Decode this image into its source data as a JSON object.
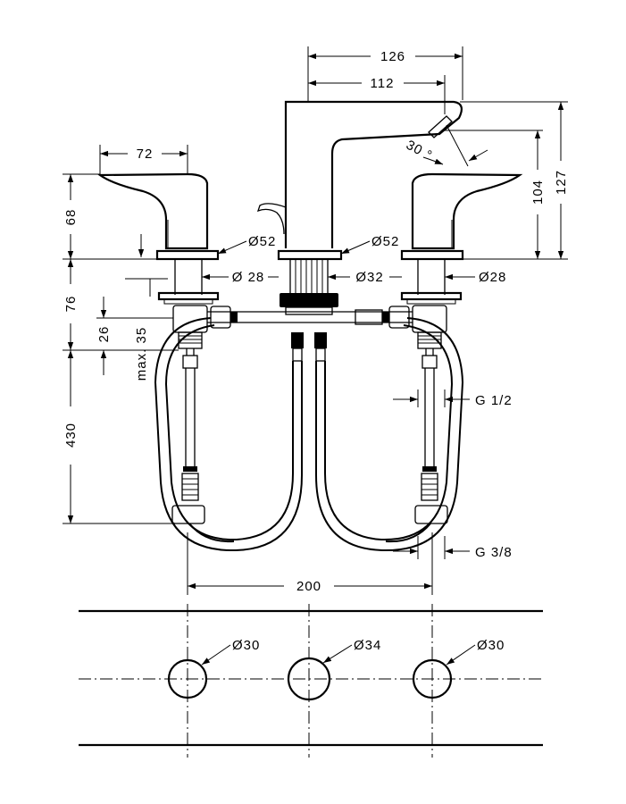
{
  "dims": {
    "d126": "126",
    "d112": "112",
    "d72": "72",
    "d30deg": "30 °",
    "d104": "104",
    "d127": "127",
    "d68": "68",
    "d76": "76",
    "d26": "26",
    "dmax35": "max. 35",
    "d430": "430",
    "d52_left": "Ø52",
    "d52_right": "Ø52",
    "d28_left": "Ø 28",
    "d32": "Ø32",
    "d28_right": "Ø28",
    "g12": "G 1/2",
    "g38": "G 3/8",
    "d200": "200",
    "hole_left": "Ø30",
    "hole_center": "Ø34",
    "hole_right": "Ø30"
  }
}
